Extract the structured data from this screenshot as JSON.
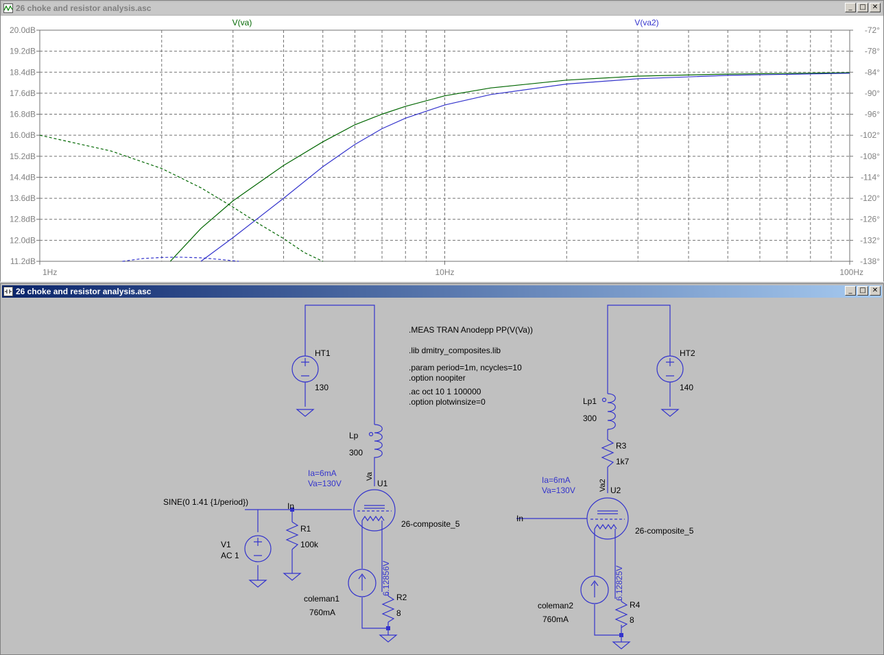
{
  "plot_window": {
    "title": "26 choke and resistor analysis.asc",
    "controls": {
      "minimize": "_",
      "maximize": "□",
      "close": "✕"
    },
    "icon": "waveform-icon"
  },
  "schematic_window": {
    "title": "26 choke and resistor analysis.asc",
    "controls": {
      "minimize": "_",
      "maximize": "□",
      "close": "✕"
    },
    "icon": "schematic-icon"
  },
  "colors": {
    "trace_va": "#006600",
    "trace_va2": "#3333cc",
    "wire": "#3333cc",
    "grid": "#707070",
    "plot_bg": "#ffffff",
    "schematic_bg": "#c0c0c0"
  },
  "chart_data": {
    "type": "line",
    "x_scale": "log",
    "xlim": [
      1,
      100
    ],
    "x_ticks": [
      "1Hz",
      "10Hz",
      "100Hz"
    ],
    "ylim_left": [
      11.2,
      20.0
    ],
    "y_ticks_left": [
      "20.0dB",
      "19.2dB",
      "18.4dB",
      "17.6dB",
      "16.8dB",
      "16.0dB",
      "15.2dB",
      "14.4dB",
      "13.6dB",
      "12.8dB",
      "12.0dB",
      "11.2dB"
    ],
    "ylim_right": [
      -138,
      -72
    ],
    "y_ticks_right": [
      "-72°",
      "-78°",
      "-84°",
      "-90°",
      "-96°",
      "-102°",
      "-108°",
      "-114°",
      "-120°",
      "-126°",
      "-132°",
      "-138°"
    ],
    "series": [
      {
        "name": "V(va)",
        "quantity": "magnitude",
        "axis": "left",
        "style": "solid",
        "color": "#006600",
        "x": [
          2.1,
          2.5,
          3,
          4,
          5,
          6,
          7,
          8,
          10,
          13,
          20,
          30,
          50,
          100
        ],
        "y": [
          11.2,
          12.45,
          13.5,
          14.85,
          15.75,
          16.4,
          16.8,
          17.1,
          17.5,
          17.8,
          18.1,
          18.25,
          18.33,
          18.38
        ]
      },
      {
        "name": "V(va2)",
        "quantity": "magnitude",
        "axis": "left",
        "style": "solid",
        "color": "#3333cc",
        "x": [
          2.5,
          3,
          4,
          5,
          6,
          7,
          8,
          10,
          13,
          20,
          30,
          50,
          100
        ],
        "y": [
          11.2,
          12.1,
          13.6,
          14.8,
          15.65,
          16.25,
          16.65,
          17.15,
          17.55,
          17.95,
          18.15,
          18.28,
          18.36
        ]
      },
      {
        "name": "V(va)",
        "quantity": "phase",
        "axis": "right",
        "style": "dashed",
        "color": "#006600",
        "x": [
          1,
          1.5,
          2,
          2.5,
          3,
          3.5,
          4,
          4.5,
          5
        ],
        "y": [
          -102,
          -106.5,
          -111.5,
          -117,
          -122.5,
          -127.5,
          -131.5,
          -135.5,
          -138
        ]
      },
      {
        "name": "V(va2)",
        "quantity": "phase",
        "axis": "right",
        "style": "dashed",
        "color": "#3333cc",
        "x": [
          1.6,
          1.8,
          2,
          2.2,
          2.5,
          2.8,
          3.1
        ],
        "y": [
          -138,
          -137.2,
          -136.9,
          -136.8,
          -137,
          -137.5,
          -138
        ]
      }
    ]
  },
  "schematic": {
    "directives": [
      ".MEAS TRAN Anodepp PP(V(Va))",
      ".lib dmitry_composites.lib",
      ".param period=1m, ncycles=10",
      ".option noopiter",
      ".ac oct 10 1 100000",
      ".option plotwinsize=0"
    ],
    "ht1": {
      "name": "HT1",
      "value": "130"
    },
    "ht2": {
      "name": "HT2",
      "value": "140"
    },
    "lp": {
      "name": "Lp",
      "value": "300"
    },
    "lp1": {
      "name": "Lp1",
      "value": "300"
    },
    "r3": {
      "name": "R3",
      "value": "1k7"
    },
    "u1": {
      "name": "U1",
      "model": "26-composite_5",
      "net": "Va",
      "ann1": "Ia=6mA",
      "ann2": "Va=130V"
    },
    "u2": {
      "name": "U2",
      "model": "26-composite_5",
      "net": "Va2",
      "ann1": "Ia=6mA",
      "ann2": "Va=130V"
    },
    "sine": "SINE(0 1.41 {1/period})",
    "in1": "In",
    "in2": "In",
    "v1": {
      "name": "V1",
      "value": "AC 1"
    },
    "r1": {
      "name": "R1",
      "value": "100k"
    },
    "coleman1": {
      "name": "coleman1",
      "value": "760mA"
    },
    "coleman2": {
      "name": "coleman2",
      "value": "760mA"
    },
    "r2": {
      "name": "R2",
      "value": "8"
    },
    "r4": {
      "name": "R4",
      "value": "8"
    },
    "vk1": "6.12856V",
    "vk2": "6.12825V"
  }
}
